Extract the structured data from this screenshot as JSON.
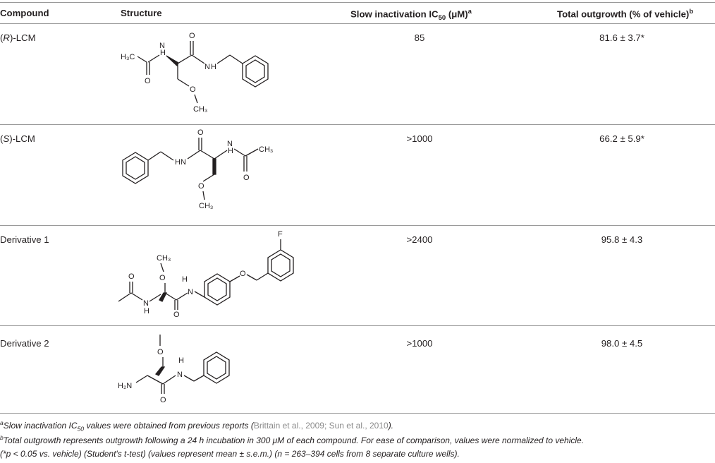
{
  "headers": {
    "compound": "Compound",
    "structure": "Structure",
    "slow_prefix": "Slow inactivation IC",
    "slow_sub": "50",
    "slow_suffix": " (μM)",
    "slow_sup": "a",
    "outgrowth": "Total outgrowth (% of vehicle)",
    "outgrowth_sup": "b"
  },
  "rows": [
    {
      "compound_prefix": "(",
      "compound_italic": "R",
      "compound_suffix": ")-LCM",
      "ic50": "85",
      "outgrowth": "81.6 ± 3.7*"
    },
    {
      "compound_prefix": "(",
      "compound_italic": "S",
      "compound_suffix": ")-LCM",
      "ic50": ">1000",
      "outgrowth": "66.2 ± 5.9*"
    },
    {
      "compound_prefix": "",
      "compound_italic": "",
      "compound_suffix": "Derivative 1",
      "ic50": ">2400",
      "outgrowth": "95.8 ± 4.3"
    },
    {
      "compound_prefix": "",
      "compound_italic": "",
      "compound_suffix": "Derivative 2",
      "ic50": ">1000",
      "outgrowth": "98.0 ± 4.5"
    }
  ],
  "struct_labels": {
    "r": {
      "h3c": "H₃C",
      "nh": "N",
      "h": "H",
      "o": "O",
      "ch3": "CH₃"
    },
    "s": {
      "n": "N",
      "h": "H",
      "o": "O",
      "ch3": "CH₃"
    },
    "d1": {
      "ch3": "CH₃",
      "o": "O",
      "n": "N",
      "h": "H",
      "f": "F"
    },
    "d2": {
      "o": "O",
      "n": "N",
      "h": "H",
      "h2n": "H₂N"
    }
  },
  "footnotes": {
    "a_sup": "a",
    "a_pre": "Slow inactivation IC",
    "a_sub": "50",
    "a_mid": " values were obtained from previous reports (",
    "a_ref": "Brittain et al., 2009; Sun et al., 2010",
    "a_end": ").",
    "b_sup": "b",
    "b_line1": "Total outgrowth represents outgrowth following a 24 h incubation in 300 μM of each compound. For ease of comparison, values were normalized to vehicle.",
    "b_line2": "(*p < 0.05 vs. vehicle) (Student's t-test) (values represent mean ± s.e.m.) (n = 263–394 cells from 8 separate culture wells)."
  }
}
